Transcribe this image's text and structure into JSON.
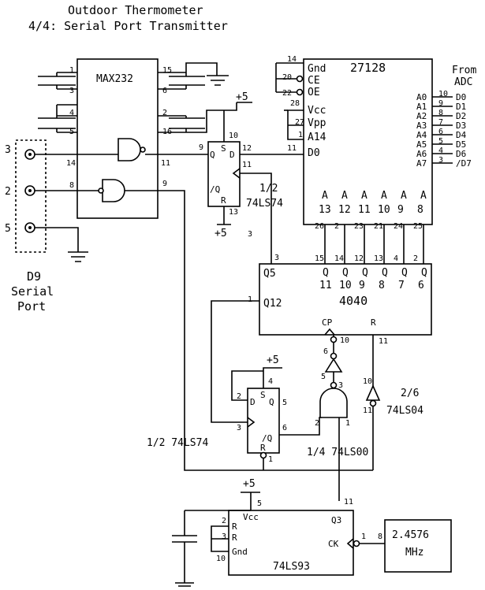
{
  "title": {
    "line1": "Outdoor Thermometer",
    "line2": "4/4: Serial Port Transmitter"
  },
  "max232": {
    "label": "MAX232",
    "pins": {
      "p1": "1",
      "p3": "3",
      "p4": "4",
      "p5": "5",
      "p15": "15",
      "p6": "6",
      "p2": "2",
      "p16": "16",
      "p14": "14",
      "p11": "11",
      "p8": "8",
      "p9": "9"
    }
  },
  "serial_port": {
    "label_line1": "D9",
    "label_line2": "Serial",
    "label_line3": "Port",
    "pins": [
      "3",
      "2",
      "5"
    ]
  },
  "eprom": {
    "label": "27128",
    "pin_labels": {
      "gnd": "Gnd",
      "ce": "CE",
      "oe": "OE",
      "vcc": "Vcc",
      "vpp": "Vpp",
      "a14": "A14",
      "d0": "D0"
    },
    "pin_numbers": {
      "gnd": "14",
      "ce": "20",
      "oe": "22",
      "vcc": "28",
      "vpp": "27",
      "a14": "1",
      "d0": "11"
    },
    "addr_left": [
      "A0",
      "A1",
      "A2",
      "A3",
      "A4",
      "A5",
      "A6",
      "A7"
    ],
    "addr_pins": [
      "10",
      "9",
      "8",
      "7",
      "6",
      "5",
      "4",
      "3"
    ],
    "data_right": [
      "D0",
      "D1",
      "D2",
      "D3",
      "D4",
      "D5",
      "D6",
      "/D7"
    ],
    "from_adc_line1": "From",
    "from_adc_line2": "ADC",
    "bottom_labels": [
      {
        "a": "A",
        "n": "13"
      },
      {
        "a": "A",
        "n": "12"
      },
      {
        "a": "A",
        "n": "11"
      },
      {
        "a": "A",
        "n": "10"
      },
      {
        "a": "A",
        "n": "9"
      },
      {
        "a": "A",
        "n": "8"
      }
    ],
    "bottom_pins": [
      "26",
      "2",
      "23",
      "21",
      "24",
      "25"
    ]
  },
  "ff_top": {
    "labels": {
      "s": "S",
      "d": "D",
      "q": "Q",
      "nq": "/Q",
      "r": "R"
    },
    "pins": {
      "s": "10",
      "d": "12",
      "q": "9",
      "r": "13",
      "clk": "11"
    },
    "name_line1": "1/2",
    "name_line2": "74LS74",
    "extra_pin": "3"
  },
  "counter4040": {
    "label": "4040",
    "q_labels_top": [
      "Q",
      "Q",
      "Q",
      "Q",
      "Q",
      "Q"
    ],
    "q_labels_num": [
      "11",
      "10",
      "9",
      "8",
      "7",
      "6"
    ],
    "q_pins": [
      "15",
      "14",
      "12",
      "13",
      "4",
      "2"
    ],
    "q5": "Q5",
    "q5_pin": "3",
    "q12": "Q12",
    "q12_pin": "1",
    "cp": "CP",
    "cp_pin": "10",
    "r": "R",
    "r_pin": "11"
  },
  "ff_bottom": {
    "labels": {
      "s": "S",
      "d": "D",
      "q": "Q",
      "nq": "/Q",
      "r": "R"
    },
    "pins": {
      "s": "4",
      "d": "2",
      "q": "5",
      "nq": "6",
      "clk": "3",
      "r": "1"
    },
    "name": "1/2  74LS74"
  },
  "inverter_top": {
    "in": "5",
    "out": "6"
  },
  "nand": {
    "pin1": "1",
    "pin2": "2",
    "pin3": "3",
    "name": "1/4  74LS00"
  },
  "inverter_right": {
    "in": "11",
    "out": "10",
    "name": "2/6",
    "name2": "74LS04"
  },
  "counter7493": {
    "label": "74LS93",
    "labels": {
      "vcc": "Vcc",
      "r1": "R",
      "r2": "R",
      "gnd": "Gnd",
      "q3": "Q3",
      "ck": "CK"
    },
    "pins": {
      "vcc": "5",
      "r1": "2",
      "r2": "3",
      "gnd": "10",
      "q3": "11",
      "ck": "1"
    }
  },
  "oscillator": {
    "label_line1": "2.4576",
    "label_line2": "MHz",
    "pin": "8"
  },
  "power": {
    "plus5": "+5"
  }
}
